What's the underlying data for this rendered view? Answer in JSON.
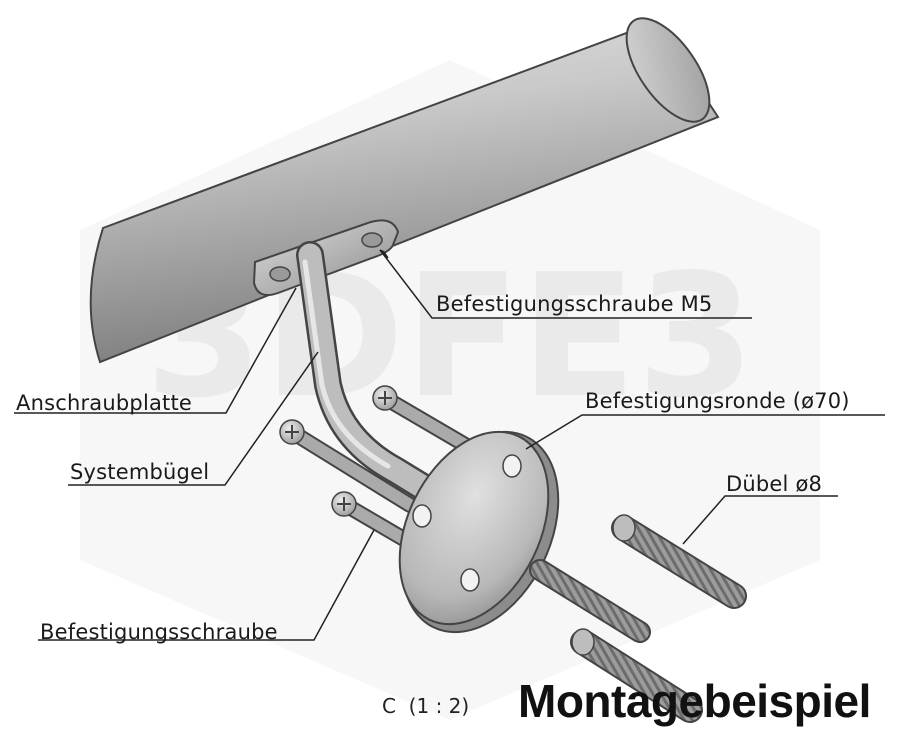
{
  "labels": {
    "fastening_screw_m5": "Befestigungsschraube M5",
    "mounting_plate": "Anschraubplatte",
    "system_bracket": "Systembügel",
    "fastening_rosette": "Befestigungsronde (ø70)",
    "dowel": "Dübel ø8",
    "fastening_screw": "Befestigungsschraube"
  },
  "view": {
    "scale_label": "C  (1 : 2)",
    "title": "Montagebeispiel"
  },
  "watermark": {
    "text": "3DFE3"
  }
}
